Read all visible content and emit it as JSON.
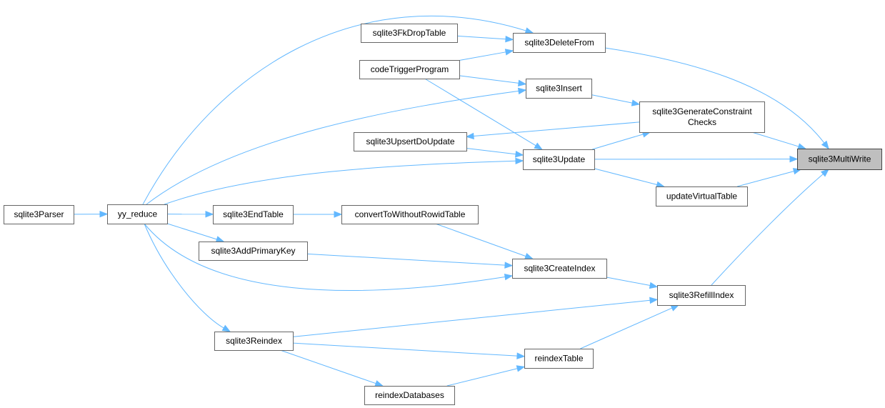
{
  "graph": {
    "highlight_color": "#bfbfbf",
    "edge_color": "#63b8ff",
    "border_color": "#666666",
    "nodes": [
      {
        "id": "sqlite3MultiWrite",
        "label": [
          "sqlite3MultiWrite"
        ],
        "highlight": true
      },
      {
        "id": "sqlite3DeleteFrom",
        "label": [
          "sqlite3DeleteFrom"
        ]
      },
      {
        "id": "sqlite3FkDropTable",
        "label": [
          "sqlite3FkDropTable"
        ]
      },
      {
        "id": "codeTriggerProgram",
        "label": [
          "codeTriggerProgram"
        ]
      },
      {
        "id": "sqlite3Insert",
        "label": [
          "sqlite3Insert"
        ]
      },
      {
        "id": "sqlite3GenerateConstraintChecks",
        "label": [
          "sqlite3GenerateConstraint",
          "Checks"
        ]
      },
      {
        "id": "sqlite3UpsertDoUpdate",
        "label": [
          "sqlite3UpsertDoUpdate"
        ]
      },
      {
        "id": "sqlite3Update",
        "label": [
          "sqlite3Update"
        ]
      },
      {
        "id": "updateVirtualTable",
        "label": [
          "updateVirtualTable"
        ]
      },
      {
        "id": "sqlite3Parser",
        "label": [
          "sqlite3Parser"
        ]
      },
      {
        "id": "yy_reduce",
        "label": [
          "yy_reduce"
        ]
      },
      {
        "id": "sqlite3EndTable",
        "label": [
          "sqlite3EndTable"
        ]
      },
      {
        "id": "convertToWithoutRowidTable",
        "label": [
          "convertToWithoutRowidTable"
        ]
      },
      {
        "id": "sqlite3AddPrimaryKey",
        "label": [
          "sqlite3AddPrimaryKey"
        ]
      },
      {
        "id": "sqlite3CreateIndex",
        "label": [
          "sqlite3CreateIndex"
        ]
      },
      {
        "id": "sqlite3RefillIndex",
        "label": [
          "sqlite3RefillIndex"
        ]
      },
      {
        "id": "sqlite3Reindex",
        "label": [
          "sqlite3Reindex"
        ]
      },
      {
        "id": "reindexTable",
        "label": [
          "reindexTable"
        ]
      },
      {
        "id": "reindexDatabases",
        "label": [
          "reindexDatabases"
        ]
      }
    ],
    "edges": [
      {
        "from": "sqlite3DeleteFrom",
        "to": "sqlite3MultiWrite"
      },
      {
        "from": "sqlite3FkDropTable",
        "to": "sqlite3DeleteFrom"
      },
      {
        "from": "codeTriggerProgram",
        "to": "sqlite3DeleteFrom"
      },
      {
        "from": "yy_reduce",
        "to": "sqlite3DeleteFrom"
      },
      {
        "from": "codeTriggerProgram",
        "to": "sqlite3Insert"
      },
      {
        "from": "yy_reduce",
        "to": "sqlite3Insert"
      },
      {
        "from": "sqlite3Insert",
        "to": "sqlite3GenerateConstraintChecks"
      },
      {
        "from": "sqlite3GenerateConstraintChecks",
        "to": "sqlite3MultiWrite"
      },
      {
        "from": "sqlite3GenerateConstraintChecks",
        "to": "sqlite3UpsertDoUpdate"
      },
      {
        "from": "sqlite3UpsertDoUpdate",
        "to": "sqlite3Update"
      },
      {
        "from": "codeTriggerProgram",
        "to": "sqlite3Update"
      },
      {
        "from": "sqlite3Update",
        "to": "sqlite3GenerateConstraintChecks"
      },
      {
        "from": "sqlite3Update",
        "to": "sqlite3MultiWrite"
      },
      {
        "from": "sqlite3Update",
        "to": "updateVirtualTable"
      },
      {
        "from": "updateVirtualTable",
        "to": "sqlite3MultiWrite"
      },
      {
        "from": "yy_reduce",
        "to": "sqlite3Update"
      },
      {
        "from": "sqlite3Parser",
        "to": "yy_reduce"
      },
      {
        "from": "yy_reduce",
        "to": "sqlite3EndTable"
      },
      {
        "from": "sqlite3EndTable",
        "to": "convertToWithoutRowidTable"
      },
      {
        "from": "convertToWithoutRowidTable",
        "to": "sqlite3CreateIndex"
      },
      {
        "from": "yy_reduce",
        "to": "sqlite3AddPrimaryKey"
      },
      {
        "from": "sqlite3AddPrimaryKey",
        "to": "sqlite3CreateIndex"
      },
      {
        "from": "yy_reduce",
        "to": "sqlite3CreateIndex"
      },
      {
        "from": "sqlite3CreateIndex",
        "to": "sqlite3RefillIndex"
      },
      {
        "from": "sqlite3RefillIndex",
        "to": "sqlite3MultiWrite"
      },
      {
        "from": "yy_reduce",
        "to": "sqlite3Reindex"
      },
      {
        "from": "sqlite3Reindex",
        "to": "sqlite3RefillIndex"
      },
      {
        "from": "sqlite3Reindex",
        "to": "reindexTable"
      },
      {
        "from": "reindexTable",
        "to": "sqlite3RefillIndex"
      },
      {
        "from": "sqlite3Reindex",
        "to": "reindexDatabases"
      },
      {
        "from": "reindexDatabases",
        "to": "reindexTable"
      }
    ]
  }
}
